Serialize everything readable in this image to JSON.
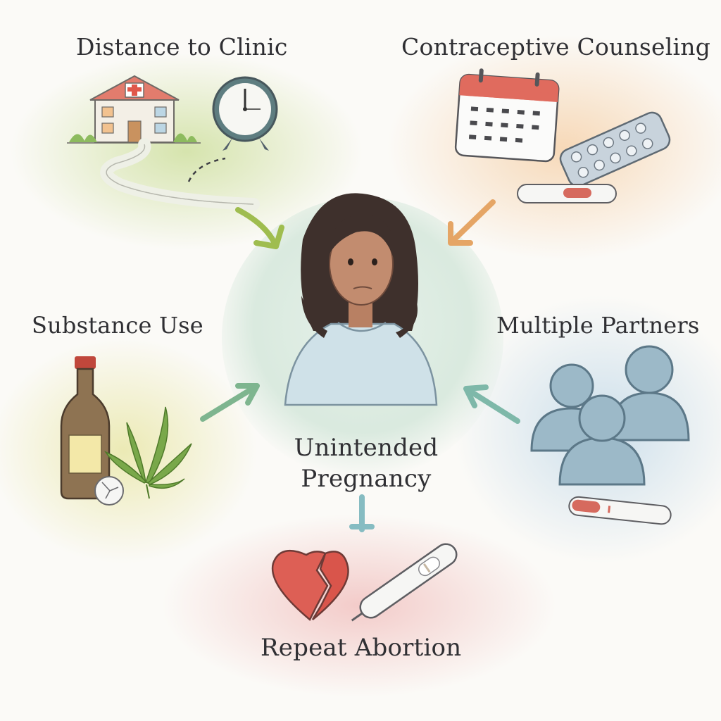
{
  "factors": {
    "distance": "Distance to Clinic",
    "counseling": "Contraceptive Counseling",
    "substance": "Substance Use",
    "partners": "Multiple Partners"
  },
  "center": {
    "label": "Unintended Pregnancy"
  },
  "outcome": {
    "label": "Repeat Abortion"
  },
  "colors": {
    "green": "#a9c46a",
    "orange": "#e8b07a",
    "teal": "#78b59c",
    "blue": "#8fb7cf",
    "red": "#e3a3a3",
    "text": "#2f2f33"
  }
}
